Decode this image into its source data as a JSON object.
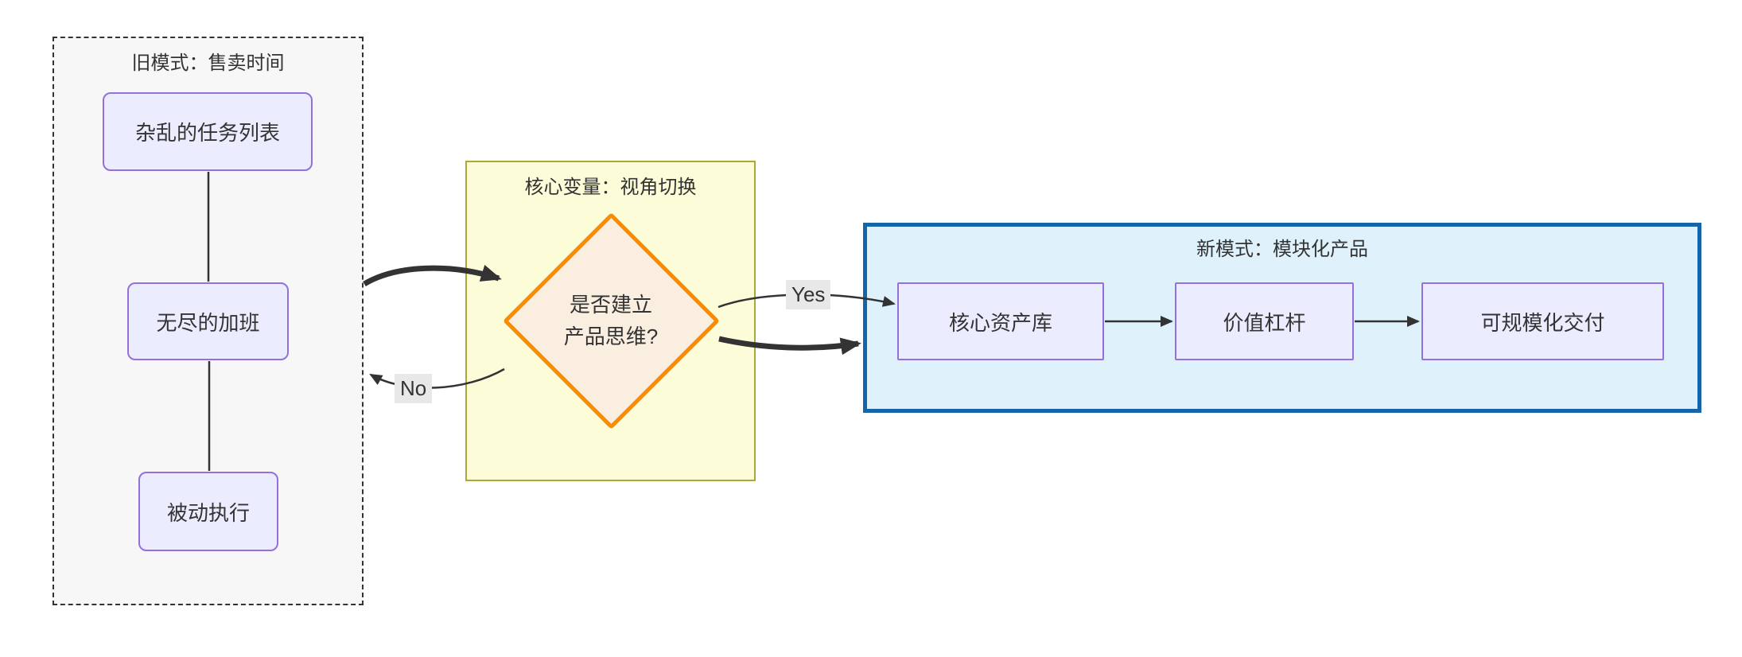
{
  "diagram": {
    "old_model": {
      "title": "旧模式：售卖时间",
      "nodes": [
        {
          "label": "杂乱的任务列表"
        },
        {
          "label": "无尽的加班"
        },
        {
          "label": "被动执行"
        }
      ]
    },
    "pivot": {
      "title": "核心变量：视角切换",
      "decision_line1": "是否建立",
      "decision_line2": "产品思维?"
    },
    "new_model": {
      "title": "新模式：模块化产品",
      "nodes": [
        {
          "label": "核心资产库"
        },
        {
          "label": "价值杠杆"
        },
        {
          "label": "可规模化交付"
        }
      ]
    },
    "edge_labels": {
      "yes": "Yes",
      "no": "No"
    },
    "colors": {
      "node_fill": "#ECECFF",
      "node_border": "#9370DB",
      "diamond_fill": "#FAEEE0",
      "diamond_border": "#FB8C00",
      "old_cluster_fill": "#F7F7F7",
      "old_cluster_border": "#333333",
      "pivot_cluster_fill": "#FCFCD9",
      "pivot_cluster_border": "#A9A934",
      "new_cluster_fill": "#DFF2FC",
      "new_cluster_border": "#1565A8",
      "edge_stroke": "#333333",
      "edge_label_bg": "#E8E8E8",
      "text": "#333333"
    }
  }
}
